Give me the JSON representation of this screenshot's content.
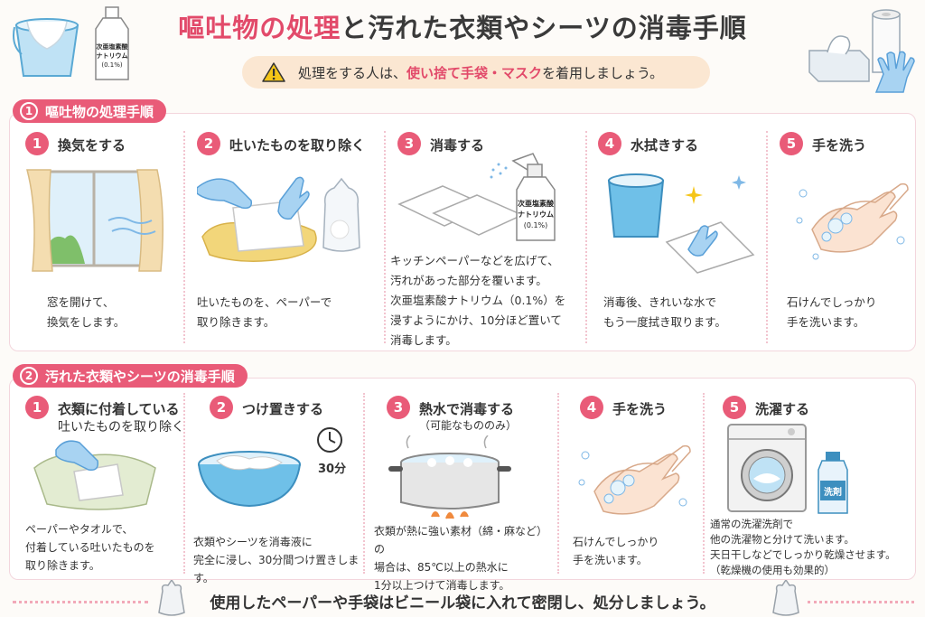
{
  "title": {
    "pink": "嘔吐物の処理",
    "dark": "と汚れた衣類やシーツの消毒手順"
  },
  "warning": {
    "before": "処理をする人は、",
    "highlight": "使い捨て手袋・マスク",
    "after": "を着用しましょう。"
  },
  "bottle_label": [
    "次亜塩素酸",
    "ナトリウム",
    "(0.1%)"
  ],
  "section1": {
    "number": "1",
    "label": "嘔吐物の処理手順",
    "steps": [
      {
        "num": "1",
        "title": "換気をする",
        "desc": "窓を開けて、\n換気をします。"
      },
      {
        "num": "2",
        "title": "吐いたものを取り除く",
        "desc": "吐いたものを、ペーパーで\n取り除きます。"
      },
      {
        "num": "3",
        "title": "消毒する",
        "desc": "キッチンペーパーなどを広げて、\n汚れがあった部分を覆います。\n次亜塩素酸ナトリウム（0.1%）を\n浸すようにかけ、10分ほど置いて\n消毒します。"
      },
      {
        "num": "4",
        "title": "水拭きする",
        "desc": "消毒後、きれいな水で\nもう一度拭き取ります。"
      },
      {
        "num": "5",
        "title": "手を洗う",
        "desc": "石けんでしっかり\n手を洗います。"
      }
    ]
  },
  "section2": {
    "number": "2",
    "label": "汚れた衣類やシーツの消毒手順",
    "steps": [
      {
        "num": "1",
        "title": "衣類に付着している",
        "title2": "吐いたものを取り除く",
        "desc": "ペーパーやタオルで、\n付着している吐いたものを\n取り除きます。"
      },
      {
        "num": "2",
        "title": "つけ置きする",
        "timer": "30分",
        "desc": "衣類やシーツを消毒液に\n完全に浸し、30分間つけ置きします。"
      },
      {
        "num": "3",
        "title": "熱水で消毒する",
        "title2": "（可能なもののみ）",
        "desc": "衣類が熱に強い素材（綿・麻など）の\n場合は、85℃以上の熱水に\n1分以上つけて消毒します。"
      },
      {
        "num": "4",
        "title": "手を洗う",
        "desc": "石けんでしっかり\n手を洗います。"
      },
      {
        "num": "5",
        "title": "洗濯する",
        "detergent": "洗剤",
        "desc": "通常の洗濯洗剤で\n他の洗濯物と分けて洗います。\n天日干しなどでしっかり乾燥させます。\n（乾燥機の使用も効果的）"
      }
    ]
  },
  "footer": "使用したペーパーや手袋はビニール袋に入れて密閉し、処分しましょう。",
  "colors": {
    "accent": "#e95b78",
    "warning_bg": "#fbe7d2",
    "glove": "#7fb8e6",
    "bucket": "#6fc0e8"
  },
  "icons": [
    "bucket-icon",
    "bleach-bottle-icon",
    "warning-icon",
    "tissue-box-icon",
    "paper-roll-icon",
    "glove-icon",
    "trash-bag-icon"
  ]
}
